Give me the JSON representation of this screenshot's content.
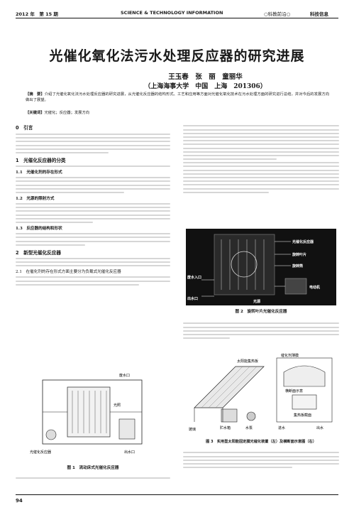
{
  "header": {
    "year_issue": "2012 年　第 15 期",
    "journal": "SCIENCE & TECHNOLOGY INFORMATION",
    "publisher": "○科教前沿○",
    "section": "科技信息",
    "page": "94"
  },
  "article": {
    "title": "光催化氧化法污水处理反应器的研究进展",
    "authors": "王玉春　张　丽　童丽华",
    "affiliation": "（上海海事大学　中国　上海　201306）",
    "abstract_label": "【摘　要】",
    "abstract": "介绍了光催化氧化法污水处理反应器的研究进展，从光催化反应器的结构形式、工艺和应用等方面对光催化氧化技术在污水处理方面的研究进行总结，并对今后的发展方向做出了展望。",
    "keywords_label": "【关键词】",
    "keywords": "光催化；反应器；发展方向"
  },
  "sections": {
    "s0": "0　引言",
    "s1": "1　光催化反应器的分类",
    "s1_1": "1.1　光催化剂的存在形式",
    "s1_2": "1.2　光源的照射方式",
    "s1_3": "1.3　反应器的结构和形状",
    "s2": "2　新型光催化反应器",
    "s2_1": "2.1　在催化剂的存在形式方面主要分为负载式光催化反应器"
  },
  "figures": {
    "fig1_caption": "图 1　流动床式光催化反应器",
    "fig1_labels": {
      "pump": "废水口",
      "lamp": "光照",
      "reactor": "光催化反应器",
      "outlet": "出水口"
    },
    "fig2_caption": "图 2　旋转叶片光催化反应器",
    "fig2_labels": {
      "reactor": "光催化反应器",
      "blade": "旋转叶片",
      "drum": "旋转筒",
      "inlet": "废水入口",
      "outlet": "出水口",
      "motor": "电动机",
      "lamp": "光源"
    },
    "fig3_caption": "图 3　实用型太阳能固定膜光催化装置（左）及横断面示意图（右）",
    "fig3_labels": {
      "collector": "太阳能集热板",
      "glass": "玻璃",
      "pump": "水泵",
      "tank": "贮水箱",
      "film": "催化剂薄膜",
      "section": "横断面示意",
      "plate": "集热板截面",
      "inlet": "进水",
      "outlet": "出水"
    }
  }
}
